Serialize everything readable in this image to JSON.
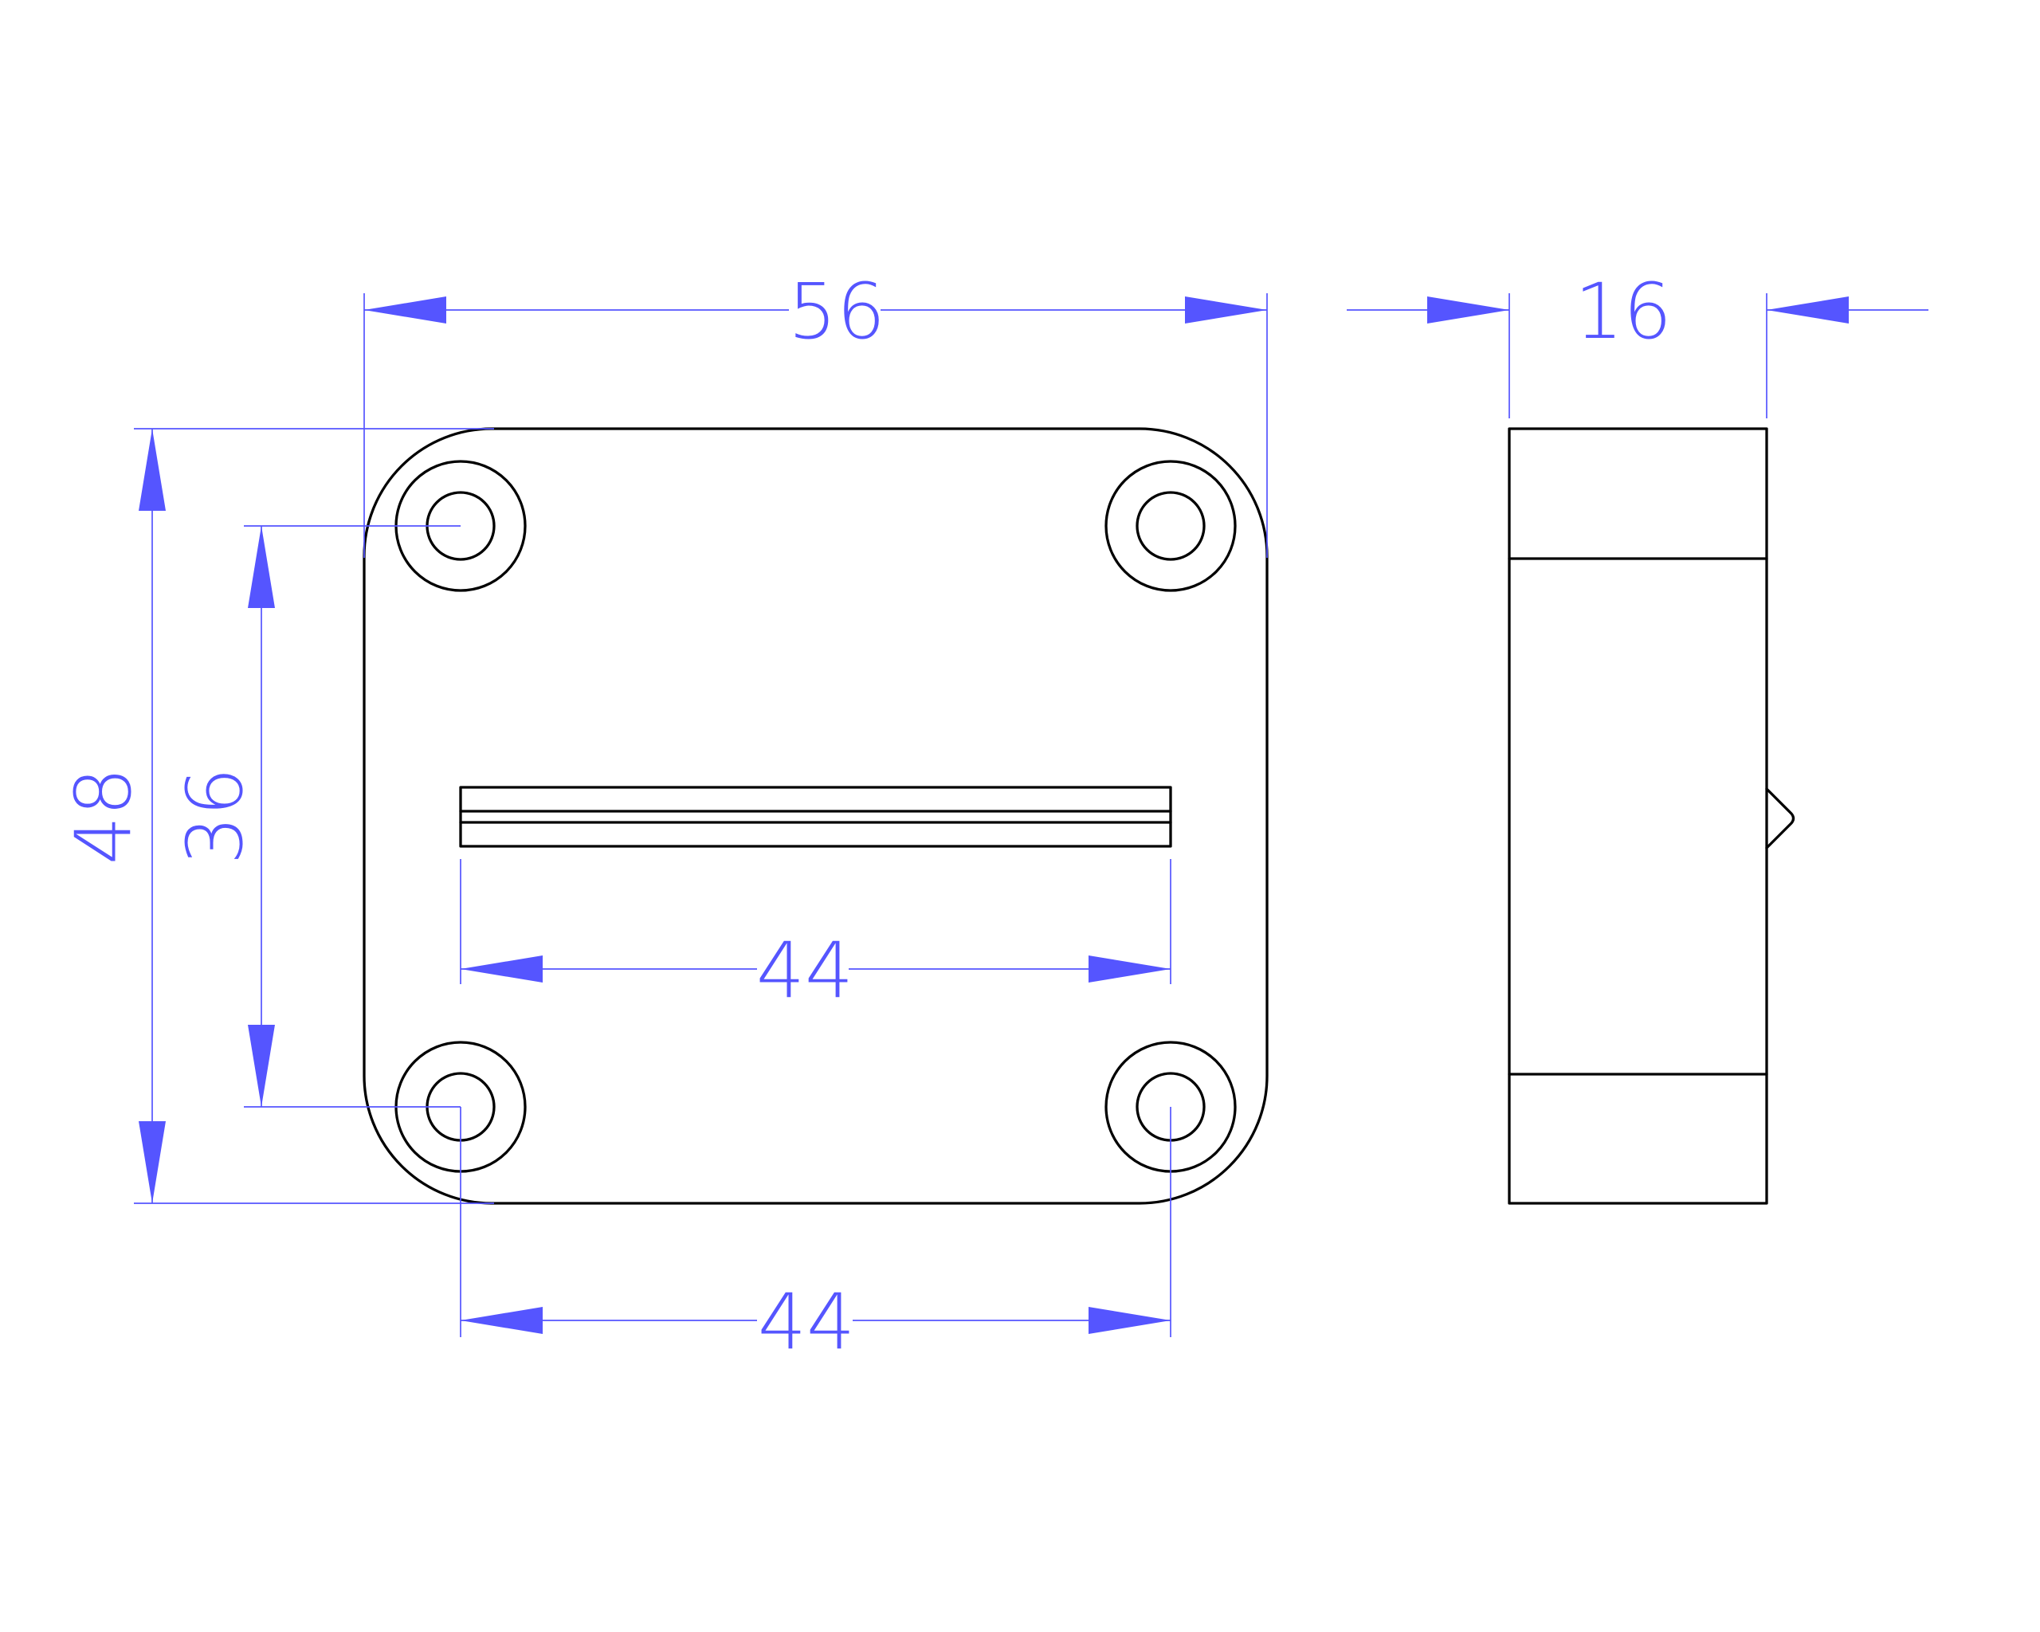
{
  "colors": {
    "outline": "#000000",
    "dimension": "#5555ff",
    "background": "#ffffff"
  },
  "dimensions": {
    "width_total": "56",
    "depth": "16",
    "height_total": "48",
    "hole_spacing_vertical": "36",
    "slot_length": "44",
    "hole_spacing_horizontal": "44"
  }
}
